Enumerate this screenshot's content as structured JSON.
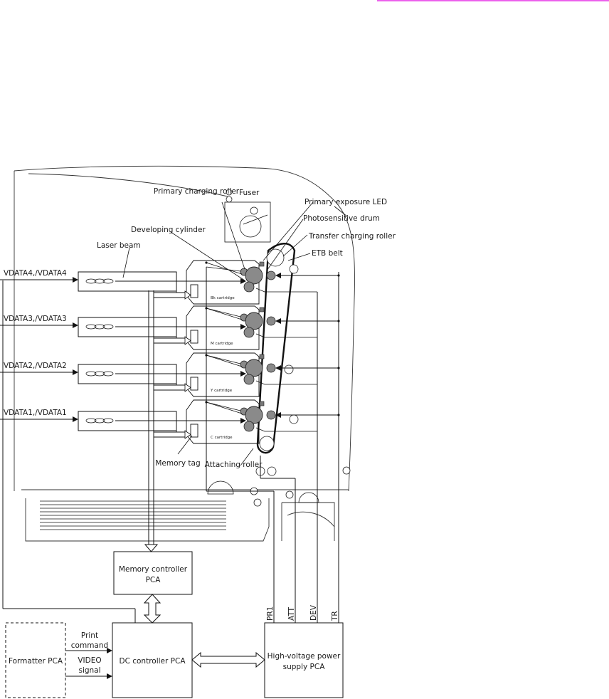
{
  "page": {
    "accent_line_color": "#e000e0"
  },
  "printer": {
    "labels": {
      "primary_charging_roller": "Primary charging roller",
      "fuser": "Fuser",
      "primary_exposure_led": "Primary exposure LED",
      "photosensitive_drum": "Photosensitive drum",
      "developing_cylinder": "Developing cylinder",
      "transfer_charging_roller": "Transfer charging roller",
      "laser_beam": "Laser beam",
      "etb_belt": "ETB belt",
      "memory_tag": "Memory tag",
      "attaching_roller": "Attaching roller"
    },
    "video_data": [
      "VDATA4,/VDATA4",
      "VDATA3,/VDATA3",
      "VDATA2,/VDATA2",
      "VDATA1,/VDATA1"
    ],
    "cartridges": [
      "Bk cartridge",
      "M cartridge",
      "Y cartridge",
      "C cartridge"
    ]
  },
  "boards": {
    "memory_controller": [
      "Memory controller",
      "PCA"
    ],
    "formatter": "Formatter PCA",
    "dc_controller": "DC controller PCA",
    "high_voltage": [
      "High-voltage power",
      "supply PCA"
    ]
  },
  "signals": {
    "print_command": [
      "Print",
      "command"
    ],
    "video_signal": [
      "VIDEO",
      "signal"
    ],
    "hv_outputs": [
      "PR1",
      "ATT",
      "DEV",
      "TR"
    ]
  }
}
